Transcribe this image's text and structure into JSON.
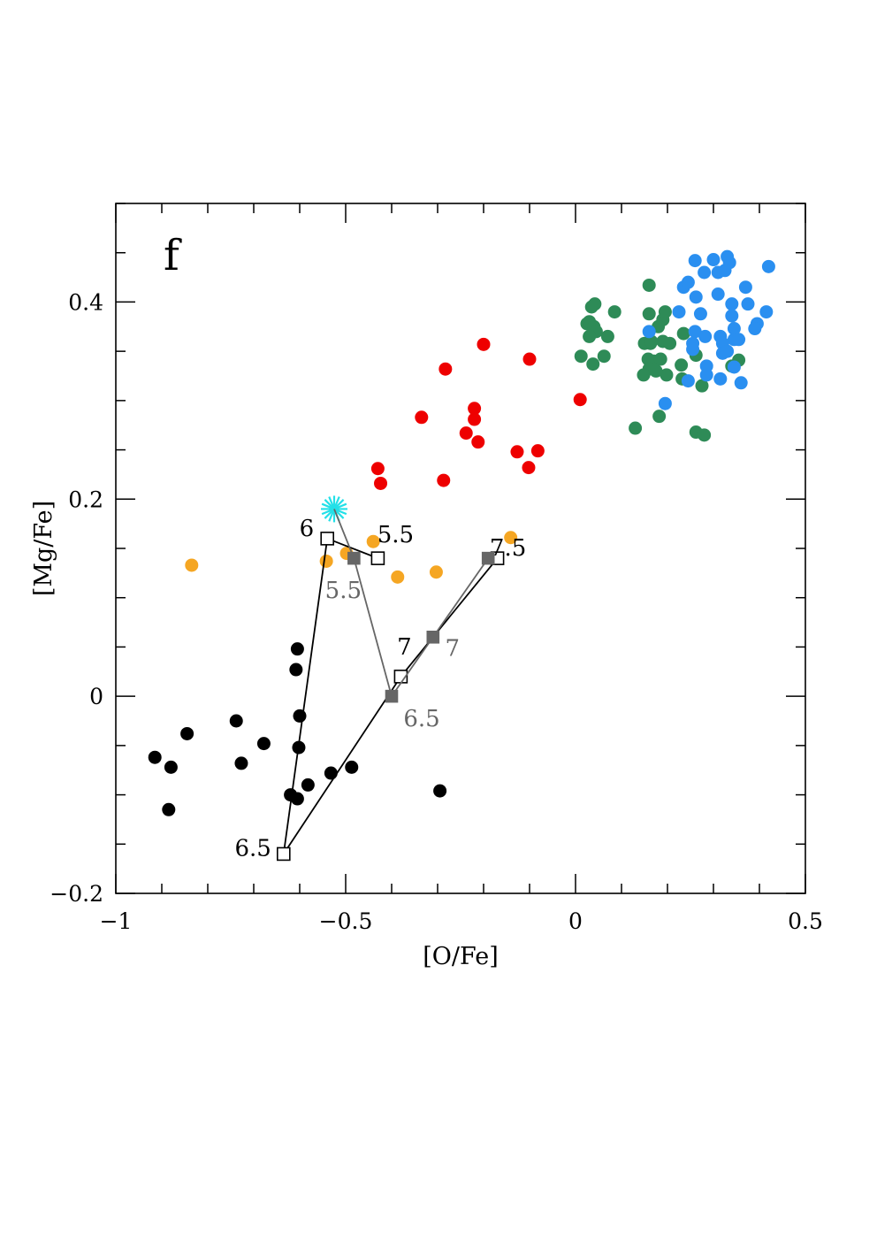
{
  "chart_data": {
    "type": "scatter",
    "title": "",
    "panel_label": "f",
    "xlabel": "[O/Fe]",
    "ylabel": "[Mg/Fe]",
    "xlim": [
      -1,
      0.5
    ],
    "ylim": [
      -0.2,
      0.5
    ],
    "xticks": [
      -1,
      -0.5,
      0,
      0.5
    ],
    "xtick_labels": [
      "−1",
      "−0.5",
      "0",
      "0.5"
    ],
    "yticks": [
      -0.2,
      0,
      0.2,
      0.4
    ],
    "ytick_labels": [
      "−0.2",
      "0",
      "0.2",
      "0.4"
    ],
    "grid": false,
    "legend": "none",
    "colors": {
      "black_points": "#000000",
      "orange_points": "#f5a623",
      "red_points": "#ee0000",
      "green_points": "#2e8b57",
      "blue_points": "#2a8ff0",
      "star": "#22e0e8",
      "track_black": "#000000",
      "track_gray": "#666666"
    },
    "series": [
      {
        "marker": "filled-circle",
        "color": "#000000",
        "points": [
          [
            -0.915,
            -0.062
          ],
          [
            -0.88,
            -0.072
          ],
          [
            -0.885,
            -0.115
          ],
          [
            -0.845,
            -0.038
          ],
          [
            -0.738,
            -0.025
          ],
          [
            -0.727,
            -0.068
          ],
          [
            -0.678,
            -0.048
          ],
          [
            -0.605,
            0.048
          ],
          [
            -0.608,
            0.027
          ],
          [
            -0.6,
            -0.02
          ],
          [
            -0.602,
            -0.052
          ],
          [
            -0.62,
            -0.1
          ],
          [
            -0.605,
            -0.104
          ],
          [
            -0.582,
            -0.09
          ],
          [
            -0.532,
            -0.078
          ],
          [
            -0.487,
            -0.072
          ],
          [
            -0.295,
            -0.096
          ]
        ]
      },
      {
        "marker": "filled-circle",
        "color": "#f5a623",
        "points": [
          [
            -0.835,
            0.133
          ],
          [
            -0.542,
            0.137
          ],
          [
            -0.498,
            0.145
          ],
          [
            -0.44,
            0.157
          ],
          [
            -0.387,
            0.121
          ],
          [
            -0.303,
            0.126
          ],
          [
            -0.141,
            0.161
          ]
        ]
      },
      {
        "marker": "filled-circle",
        "color": "#ee0000",
        "points": [
          [
            -0.2,
            0.357
          ],
          [
            -0.1,
            0.342
          ],
          [
            -0.283,
            0.332
          ],
          [
            -0.335,
            0.283
          ],
          [
            -0.22,
            0.292
          ],
          [
            -0.22,
            0.281
          ],
          [
            -0.238,
            0.267
          ],
          [
            -0.212,
            0.258
          ],
          [
            0.01,
            0.301
          ],
          [
            -0.127,
            0.248
          ],
          [
            -0.082,
            0.249
          ],
          [
            -0.102,
            0.232
          ],
          [
            -0.43,
            0.231
          ],
          [
            -0.424,
            0.216
          ],
          [
            -0.287,
            0.219
          ]
        ]
      },
      {
        "marker": "filled-circle",
        "color": "#2e8b57",
        "points": [
          [
            0.035,
            0.395
          ],
          [
            0.042,
            0.398
          ],
          [
            0.085,
            0.39
          ],
          [
            0.025,
            0.378
          ],
          [
            0.03,
            0.38
          ],
          [
            0.04,
            0.375
          ],
          [
            0.045,
            0.37
          ],
          [
            0.07,
            0.365
          ],
          [
            0.03,
            0.365
          ],
          [
            0.012,
            0.345
          ],
          [
            0.038,
            0.337
          ],
          [
            0.062,
            0.345
          ],
          [
            0.16,
            0.417
          ],
          [
            0.16,
            0.388
          ],
          [
            0.19,
            0.382
          ],
          [
            0.195,
            0.39
          ],
          [
            0.18,
            0.375
          ],
          [
            0.15,
            0.358
          ],
          [
            0.163,
            0.358
          ],
          [
            0.19,
            0.36
          ],
          [
            0.205,
            0.358
          ],
          [
            0.235,
            0.368
          ],
          [
            0.158,
            0.342
          ],
          [
            0.17,
            0.34
          ],
          [
            0.185,
            0.342
          ],
          [
            0.16,
            0.332
          ],
          [
            0.148,
            0.326
          ],
          [
            0.198,
            0.326
          ],
          [
            0.23,
            0.336
          ],
          [
            0.232,
            0.322
          ],
          [
            0.262,
            0.346
          ],
          [
            0.275,
            0.315
          ],
          [
            0.355,
            0.341
          ],
          [
            0.34,
            0.335
          ],
          [
            0.13,
            0.272
          ],
          [
            0.182,
            0.284
          ],
          [
            0.262,
            0.268
          ],
          [
            0.28,
            0.265
          ],
          [
            0.165,
            0.36
          ],
          [
            0.175,
            0.33
          ]
        ]
      },
      {
        "marker": "filled-circle",
        "color": "#2a8ff0",
        "points": [
          [
            0.26,
            0.442
          ],
          [
            0.3,
            0.443
          ],
          [
            0.33,
            0.446
          ],
          [
            0.335,
            0.44
          ],
          [
            0.42,
            0.436
          ],
          [
            0.28,
            0.43
          ],
          [
            0.31,
            0.43
          ],
          [
            0.325,
            0.432
          ],
          [
            0.235,
            0.415
          ],
          [
            0.245,
            0.42
          ],
          [
            0.37,
            0.415
          ],
          [
            0.262,
            0.405
          ],
          [
            0.31,
            0.408
          ],
          [
            0.34,
            0.398
          ],
          [
            0.375,
            0.398
          ],
          [
            0.225,
            0.39
          ],
          [
            0.272,
            0.388
          ],
          [
            0.34,
            0.386
          ],
          [
            0.415,
            0.39
          ],
          [
            0.16,
            0.37
          ],
          [
            0.26,
            0.37
          ],
          [
            0.282,
            0.365
          ],
          [
            0.315,
            0.365
          ],
          [
            0.345,
            0.373
          ],
          [
            0.395,
            0.378
          ],
          [
            0.39,
            0.373
          ],
          [
            0.255,
            0.358
          ],
          [
            0.255,
            0.352
          ],
          [
            0.32,
            0.358
          ],
          [
            0.32,
            0.348
          ],
          [
            0.33,
            0.35
          ],
          [
            0.345,
            0.362
          ],
          [
            0.355,
            0.362
          ],
          [
            0.285,
            0.335
          ],
          [
            0.285,
            0.326
          ],
          [
            0.315,
            0.322
          ],
          [
            0.345,
            0.334
          ],
          [
            0.36,
            0.318
          ],
          [
            0.245,
            0.32
          ],
          [
            0.195,
            0.297
          ]
        ]
      },
      {
        "marker": "asterisk",
        "color": "#22e0e8",
        "points": [
          [
            -0.525,
            0.19
          ]
        ]
      }
    ],
    "tracks": [
      {
        "color": "#000000",
        "marker": "open-square",
        "points": [
          [
            -0.43,
            0.14
          ],
          [
            -0.54,
            0.16
          ],
          [
            -0.635,
            -0.16
          ],
          [
            -0.38,
            0.02
          ],
          [
            -0.17,
            0.14
          ]
        ],
        "labels": [
          {
            "text": "5.5",
            "x": -0.43,
            "y": 0.14
          },
          {
            "text": "6",
            "x": -0.54,
            "y": 0.16
          },
          {
            "text": "6.5",
            "x": -0.635,
            "y": -0.16
          },
          {
            "text": "7",
            "x": -0.38,
            "y": 0.02
          },
          {
            "text": "7.5",
            "x": -0.17,
            "y": 0.14
          }
        ]
      },
      {
        "color": "#666666",
        "marker": "filled-square",
        "points": [
          [
            -0.525,
            0.19
          ],
          [
            -0.482,
            0.14
          ],
          [
            -0.4,
            0.0
          ],
          [
            -0.31,
            0.06
          ],
          [
            -0.19,
            0.14
          ]
        ],
        "labels": [
          {
            "text": "5.5",
            "x": -0.482,
            "y": 0.14
          },
          {
            "text": "6.5",
            "x": -0.4,
            "y": 0.0
          },
          {
            "text": "7",
            "x": -0.31,
            "y": 0.06
          }
        ]
      }
    ]
  }
}
